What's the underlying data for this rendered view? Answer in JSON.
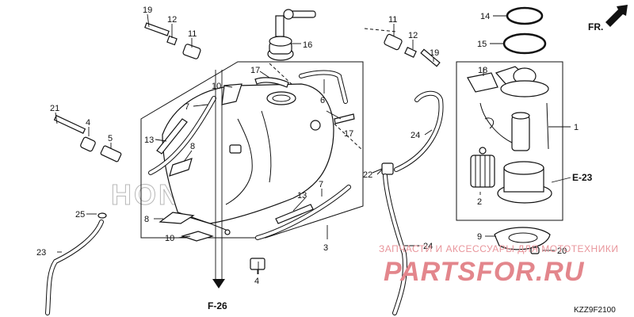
{
  "diagram": {
    "parts": {
      "p1": "1",
      "p2": "2",
      "p3": "3",
      "p4a": "4",
      "p4b": "4",
      "p5": "5",
      "p6": "6",
      "p7a": "7",
      "p7b": "7",
      "p8a": "8",
      "p8b": "8",
      "p9": "9",
      "p10a": "10",
      "p10b": "10",
      "p11a": "11",
      "p11b": "11",
      "p12a": "12",
      "p12b": "12",
      "p13a": "13",
      "p13b": "13",
      "p14": "14",
      "p15": "15",
      "p16": "16",
      "p17a": "17",
      "p17b": "17",
      "p18": "18",
      "p19a": "19",
      "p19b": "19",
      "p20": "20",
      "p21": "21",
      "p22": "22",
      "p23": "23",
      "p24a": "24",
      "p24b": "24",
      "p25": "25"
    },
    "references": {
      "e23": "E-23",
      "f26": "F-26"
    },
    "direction_label": "FR.",
    "brand_mark": "HONDA",
    "diagram_code": "KZZ9F2100",
    "watermark": {
      "line1": "ЗАПЧАСТИ И АКСЕССУАРЫ ДЛЯ МОТОТЕХНИКИ",
      "line2": "PARTSFOR.RU"
    }
  }
}
